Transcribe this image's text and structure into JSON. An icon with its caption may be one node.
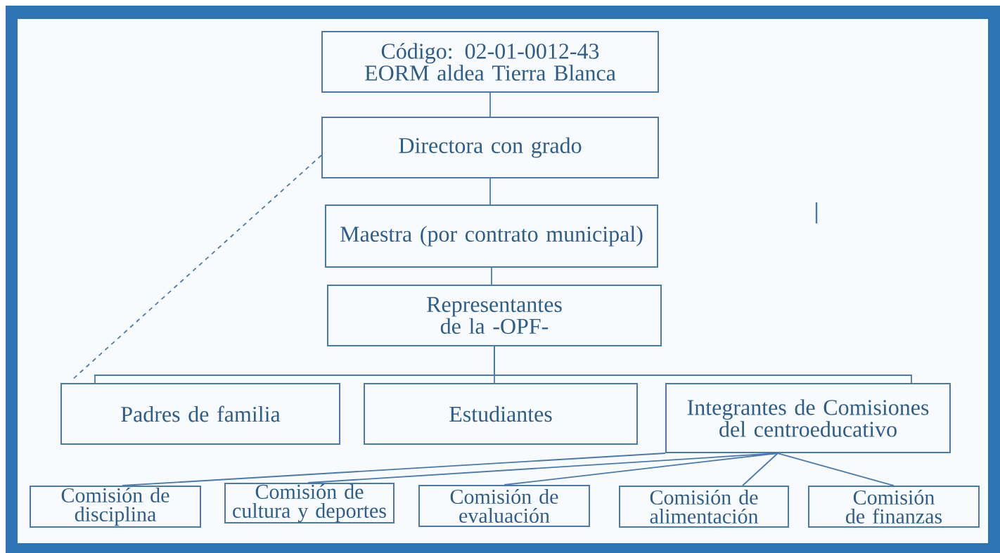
{
  "diagram": {
    "nodes": [
      {
        "text": [
          "Código: 02-01-0012-43 EORM aldea Tierra Blanca"
        ]
      },
      {
        "text": [
          "Directora con grado"
        ]
      },
      {
        "text": [
          "Maestra (por contrato municipal)"
        ]
      },
      {
        "text": [
          "Representantes de la -OPF-"
        ]
      },
      {
        "text": [
          "Padres de familia"
        ]
      },
      {
        "text": [
          "Estudiantes"
        ]
      },
      {
        "text": [
          "Integrantes de Comisiones del centroeducativo"
        ]
      },
      {
        "text": [
          "Comisión de disciplina"
        ]
      },
      {
        "text": [
          "Comisión de cultura y deportes"
        ]
      },
      {
        "text": [
          "Comisión de evaluación"
        ]
      },
      {
        "text": [
          "Comisión de alimentación"
        ]
      },
      {
        "text": [
          "Comisión de finanzas"
        ]
      }
    ],
    "edges": [
      {
        "from": 0,
        "to": 1,
        "arrow": "none"
      },
      {
        "from": 1,
        "to": 2,
        "arrow": "none"
      },
      {
        "from": 2,
        "to": 3,
        "arrow": "none"
      },
      {
        "from": 3,
        "to": 4,
        "arrow": "none"
      },
      {
        "from": 3,
        "to": 5,
        "arrow": "none"
      },
      {
        "from": 3,
        "to": 6,
        "arrow": "none"
      },
      {
        "from": 1,
        "to": 4,
        "arrow": "none",
        "style": "dashed"
      },
      {
        "from": 6,
        "to": 7,
        "arrow": "none"
      },
      {
        "from": 6,
        "to": 8,
        "arrow": "none"
      },
      {
        "from": 6,
        "to": 9,
        "arrow": "none"
      },
      {
        "from": 6,
        "to": 10,
        "arrow": "none"
      },
      {
        "from": 6,
        "to": 11,
        "arrow": "none"
      }
    ]
  }
}
